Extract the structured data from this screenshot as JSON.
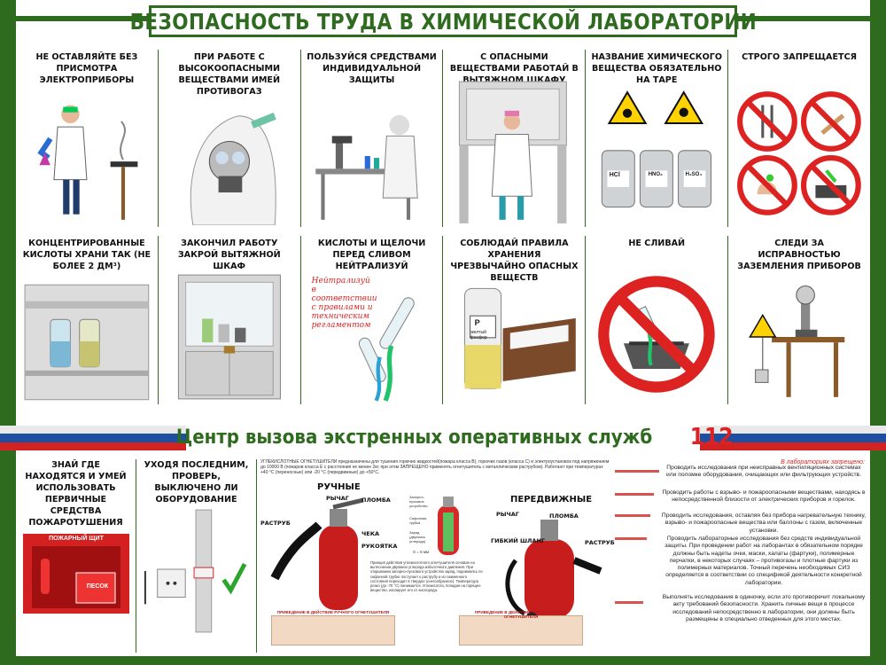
{
  "title": "БЕЗОПАСНОСТЬ ТРУДА В ХИМИЧЕСКОЙ ЛАБОРАТОРИИ",
  "row1": [
    {
      "title": "НЕ ОСТАВЛЯЙТЕ БЕЗ ПРИСМОТРА ЭЛЕКТРОПРИБОРЫ"
    },
    {
      "title": "ПРИ РАБОТЕ С ВЫСОКООПАСНЫМИ ВЕЩЕСТВАМИ ИМЕЙ ПРОТИВОГАЗ"
    },
    {
      "title": "ПОЛЬЗУЙСЯ СРЕДСТВАМИ ИНДИВИДУАЛЬНОЙ ЗАЩИТЫ"
    },
    {
      "title": "С ОПАСНЫМИ ВЕЩЕСТВАМИ РАБОТАЙ В ВЫТЯЖНОМ ШКАФУ"
    },
    {
      "title": "НАЗВАНИЕ ХИМИЧЕСКОГО ВЕЩЕСТВА ОБЯЗАТЕЛЬНО НА ТАРЕ",
      "jars": [
        "HCl",
        "HNO₃",
        "H₂SO₄"
      ]
    },
    {
      "title": "СТРОГО ЗАПРЕЩАЕТСЯ"
    }
  ],
  "row2": [
    {
      "title": "КОНЦЕНТРИРОВАННЫЕ КИСЛОТЫ ХРАНИ ТАК (НЕ БОЛЕЕ 2 дм³)"
    },
    {
      "title": "ЗАКОНЧИЛ РАБОТУ ЗАКРОЙ ВЫТЯЖНОЙ ШКАФ"
    },
    {
      "title": "КИСЛОТЫ И ЩЕЛОЧИ ПЕРЕД СЛИВОМ НЕЙТРАЛИЗУЙ",
      "note": "Нейтрализуй в соответствии с правилами и техническим регламентом"
    },
    {
      "title": "СОБЛЮДАЙ ПРАВИЛА ХРАНЕНИЯ ЧРЕЗВЫЧАЙНО ОПАСНЫХ ВЕЩЕСТВ",
      "jar_letter": "P",
      "jar_label": "желтый фосфор"
    },
    {
      "title": "НЕ СЛИВАЙ"
    },
    {
      "title": "СЛЕДИ ЗА ИСПРАВНОСТЬЮ ЗАЗЕМЛЕНИЯ ПРИБОРОВ"
    }
  ],
  "banner": {
    "text": "Центр вызова экстренных оперативных служб",
    "number": "112"
  },
  "bottom": {
    "b1_title": "ЗНАЙ ГДЕ НАХОДЯТСЯ И УМЕЙ ИСПОЛЬЗОВАТЬ ПЕРВИЧНЫЕ СРЕДСТВА ПОЖАРОТУШЕНИЯ",
    "shield": "ПОЖАРНЫЙ ЩИТ",
    "sand": "ПЕСОК",
    "b2_title": "УХОДЯ ПОСЛЕДНИМ, ПРОВЕРЬ, ВЫКЛЮЧЕНО ЛИ ОБОРУДОВАНИЕ",
    "co2_intro": "УГЛЕКИСЛОТНЫЕ ОГНЕТУШИТЕЛИ предназначены для тушения горючих жидкостей(пожара класса В), горючих газов (класса С) и электроустановок под напряжением до 10000 В (пожаров класса Е с расстояния не менее 2м; при этом ЗАПРЕЩЕНО применять огнетушитель с металлическим раструбом). Работают при температурах +40 °С (переносные) или -20 °С (передвижные) до +50°С.",
    "manual": "РУЧНЫЕ",
    "mobile": "ПЕРЕДВИЖНЫЕ",
    "labels": {
      "lever": "РЫЧАГ",
      "seal": "ПЛОМБА",
      "horn": "РАСТРУБ",
      "pin": "ЧЕКА",
      "handle": "РУКОЯТКА",
      "hose": "ГИБКИЙ ШЛАНГ",
      "lever2": "РЫЧАГ",
      "seal2": "ПЛОМБА",
      "horn2": "РАСТРУБ"
    },
    "cutaway": [
      "Запорно-пусковое устройство",
      "Сифонная трубка",
      "Заряд (двуокись углерода)"
    ],
    "cutaway_note": "S = 6 мм",
    "principle": "Принцип действия углекислотного огнетушителя основан на вытеснении двуокиси углерода избыточного давления. При открывании запорно-пускового устройства заряд, поднимаясь по сифонной трубке поступает к раструбу и из сжиженного состояния переходит в твердое (снегообразное). Температура резко (до -70 °С) понижается. Углекислота, попадая на горящее вещество, изолирует его от кислорода.",
    "step1": "ПРИВЕДЕНИЕ В ДЕЙСТВИЕ РУЧНОГО ОГНЕТУШИТЕЛЯ",
    "step2": "ПРИВЕДЕНИЕ В ДЕЙСТВИЕ ПЕРЕДВИЖНОГО ОГНЕТУШИТЕЛЯ"
  },
  "rules": {
    "header": "В лабораториях запрещено:",
    "items": [
      "Проводить исследования при неисправных вентиляционных системах или поломке оборудования, очищающих или фильтрующих устройств.",
      "Проводить работы с взрыво- и пожароопасными веществами, находясь в непосредственной близости от электрических приборов и горелок.",
      "Проводить исследования, оставляя без прибора нагревательную технику, взрыво- и пожароопасные вещества или баллоны с газом, включенные установки.",
      "Проводить лабораторные исследования без средств индивидуальной защиты. При проведении работ на лаборантах в обязательном порядке должны быть надеты очки, маски, халаты (фартуки), полимерные перчатки, в некоторых случаях – противогазы и плотные фартуки из полимерных материалов. Точный перечень необходимых СИЗ определяется в соответствии со спецификой деятельности конкретной лаборатории.",
      "Выполнять исследования в одиночку, если это противоречит локальному акту требований безопасности. Хранить личные вещи в процессе исследований непосредственно в лаборатории, они должны быть размещены в специально отведенных для этого местах."
    ]
  },
  "colors": {
    "green": "#2e6b1f",
    "red": "#d22222",
    "blue": "#1f4fa0"
  }
}
